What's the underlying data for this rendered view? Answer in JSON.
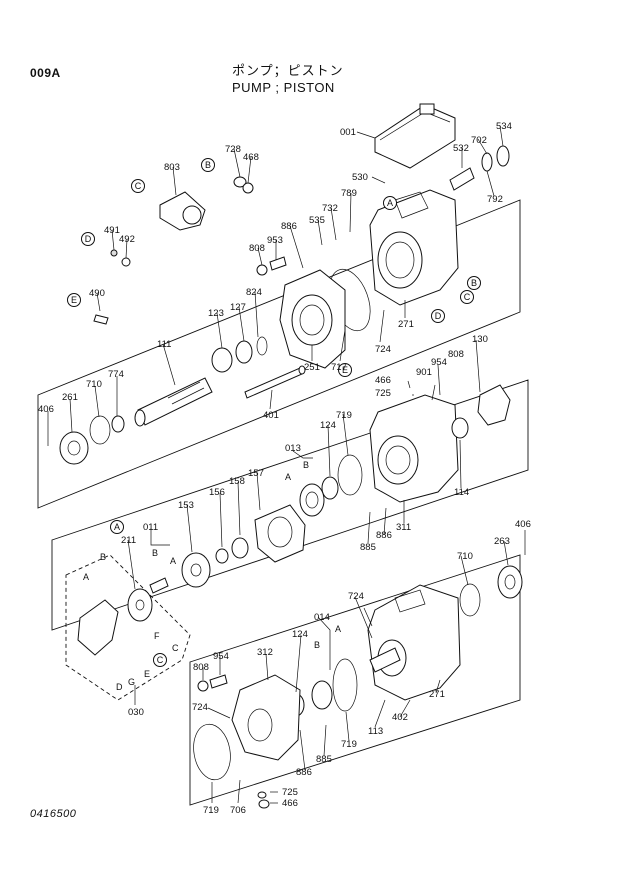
{
  "header": {
    "page_code": "009A",
    "title_jp": "ポンプ；ピストン",
    "title_en": "PUMP ; PISTON"
  },
  "footer": {
    "doc_number": "0416500"
  },
  "part_labels": [
    "001",
    "534",
    "702",
    "532",
    "792",
    "728",
    "468",
    "803",
    "530",
    "789",
    "732",
    "535",
    "491",
    "492",
    "886",
    "953",
    "808",
    "824",
    "127",
    "123",
    "490",
    "111",
    "251",
    "717",
    "724",
    "271",
    "130",
    "954",
    "901",
    "808",
    "466",
    "725",
    "774",
    "710",
    "401",
    "406",
    "261",
    "719",
    "124",
    "013",
    "157",
    "158",
    "156",
    "153",
    "114",
    "311",
    "885",
    "886",
    "011",
    "211",
    "406",
    "263",
    "710",
    "014",
    "724",
    "954",
    "808",
    "312",
    "124",
    "113",
    "402",
    "271",
    "724",
    "706",
    "719",
    "886",
    "885",
    "719",
    "725",
    "466",
    "030"
  ],
  "callouts": [
    "A",
    "B",
    "C",
    "D",
    "E",
    "F",
    "G"
  ]
}
